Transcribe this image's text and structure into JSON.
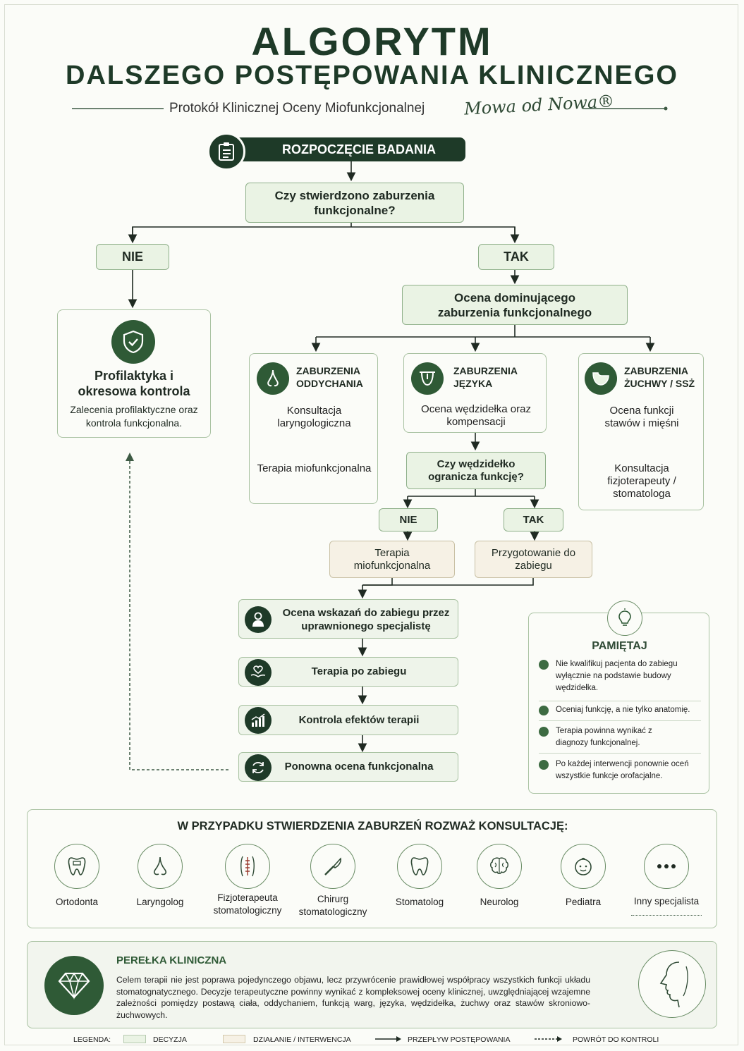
{
  "header": {
    "title_line1": "ALGORYTM",
    "title_line2": "DALSZEGO POSTĘPOWANIA KLINICZNEGO",
    "subtitle": "Protokół Klinicznej Oceny Miofunkcjonalnej",
    "brand": "Mowa od Nowa®"
  },
  "flow": {
    "start": "ROZPOCZĘCIE BADANIA",
    "q1": "Czy stwierdzono zaburzenia funkcjonalne?",
    "no": "NIE",
    "yes": "TAK",
    "prophylaxis_title": "Profilaktyka i okresowa kontrola",
    "prophylaxis_text": "Zalecenia profilaktyczne oraz kontrola funkcjonalna.",
    "dominant": "Ocena dominującego zaburzenia funkcjonalnego",
    "breath_title": "ZABURZENIA ODDYCHANIA",
    "breath_step1": "Konsultacja laryngologiczna",
    "breath_step2": "Terapia miofunkcjonalna",
    "tongue_title": "ZABURZENIA JĘZYKA",
    "tongue_step1": "Ocena wędzidełka oraz kompensacji",
    "jaw_title": "ZABURZENIA ŻUCHWY / SSŻ",
    "jaw_step1": "Ocena funkcji stawów i mięśni",
    "jaw_step2": "Konsultacja fizjoterapeuty / stomatologa",
    "q2": "Czy wędzidełko ogranicza funkcję?",
    "no2": "NIE",
    "yes2": "TAK",
    "therapy_myo": "Terapia miofunkcjonalna",
    "prep": "Przygotowanie do zabiegu",
    "indication": "Ocena wskazań do zabiegu przez uprawnionego specjalistę",
    "post_therapy": "Terapia po zabiegu",
    "control": "Kontrola efektów terapii",
    "reassess": "Ponowna ocena funkcjonalna"
  },
  "remember": {
    "title": "PAMIĘTAJ",
    "items": [
      "Nie kwalifikuj pacjenta do zabiegu wyłącznie na podstawie budowy wędzidełka.",
      "Oceniaj funkcję, a nie tylko anatomię.",
      "Terapia powinna wynikać z diagnozy funkcjonalnej.",
      "Po każdej interwencji ponownie oceń wszystkie funkcje orofacjalne."
    ]
  },
  "consult": {
    "title": "W PRZYPADKU STWIERDZENIA ZABURZEŃ ROZWAŻ KONSULTACJĘ:",
    "items": [
      {
        "label": "Ortodonta",
        "icon": "tooth-braces-icon"
      },
      {
        "label": "Laryngolog",
        "icon": "nose-icon"
      },
      {
        "label": "Fizjoterapeuta stomatologiczny",
        "icon": "spine-icon"
      },
      {
        "label": "Chirurg stomatologiczny",
        "icon": "scalpel-icon"
      },
      {
        "label": "Stomatolog",
        "icon": "tooth-icon"
      },
      {
        "label": "Neurolog",
        "icon": "brain-icon"
      },
      {
        "label": "Pediatra",
        "icon": "baby-icon"
      },
      {
        "label": "Inny specjalista",
        "icon": "more-icon"
      }
    ]
  },
  "pearl": {
    "title": "PEREŁKA KLINICZNA",
    "text": "Celem terapii nie jest poprawa pojedynczego objawu, lecz przywrócenie prawidłowej współpracy wszystkich funkcji układu stomatognatycznego. Decyzje terapeutyczne powinny wynikać z kompleksowej oceny klinicznej, uwzględniającej wzajemne zależności pomiędzy postawą ciała, oddychaniem, funkcją warg, języka, wędzidełka, żuchwy oraz stawów skroniowo-żuchwowych."
  },
  "legend": {
    "label": "LEGENDA:",
    "decision": "DECYZJA",
    "action": "DZIAŁANIE / INTERWENCJA",
    "flow": "PRZEPŁYW POSTĘPOWANIA",
    "return": "POWRÓT DO KONTROLI"
  },
  "colors": {
    "dark_green": "#1e3a28",
    "mid_green": "#2f5a36",
    "decision_fill": "#eaf3e4",
    "action_fill": "#f6f1e5"
  }
}
